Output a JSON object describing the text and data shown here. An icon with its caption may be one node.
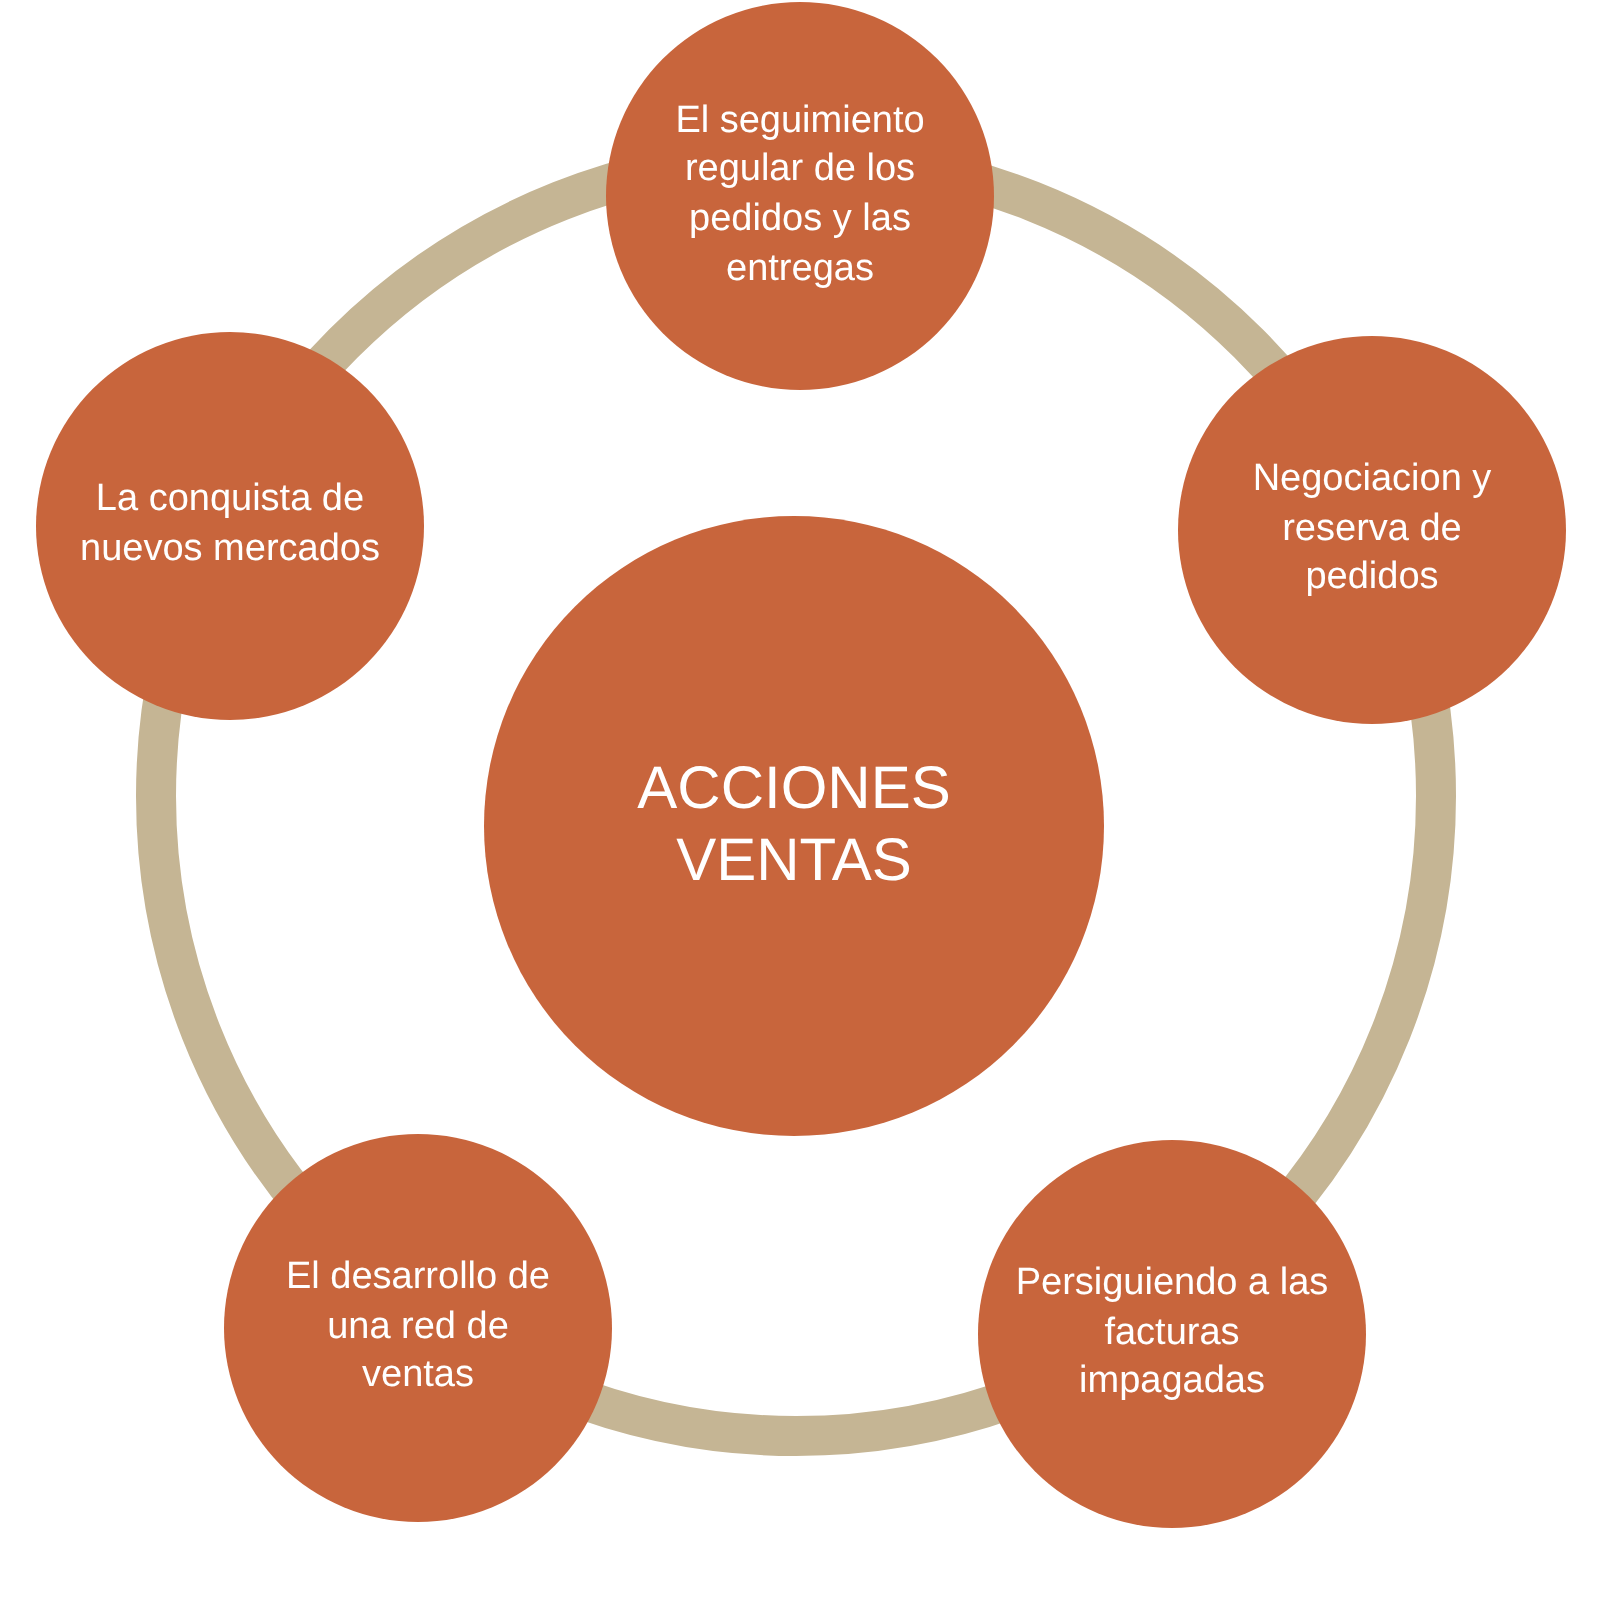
{
  "diagram": {
    "nodes": [
      {
        "text": [
          "El seguimiento regular de los pedidos y las entregas"
        ]
      },
      {
        "text": [
          "La conquista de nuevos mercados"
        ]
      },
      {
        "text": [
          "Negociacion y reserva de pedidos"
        ]
      },
      {
        "text": [
          "ACCIONES VENTAS"
        ]
      },
      {
        "text": [
          "El desarrollo de una red de ventas"
        ]
      },
      {
        "text": [
          "Persiguiendo a las facturas impagadas"
        ]
      }
    ]
  }
}
